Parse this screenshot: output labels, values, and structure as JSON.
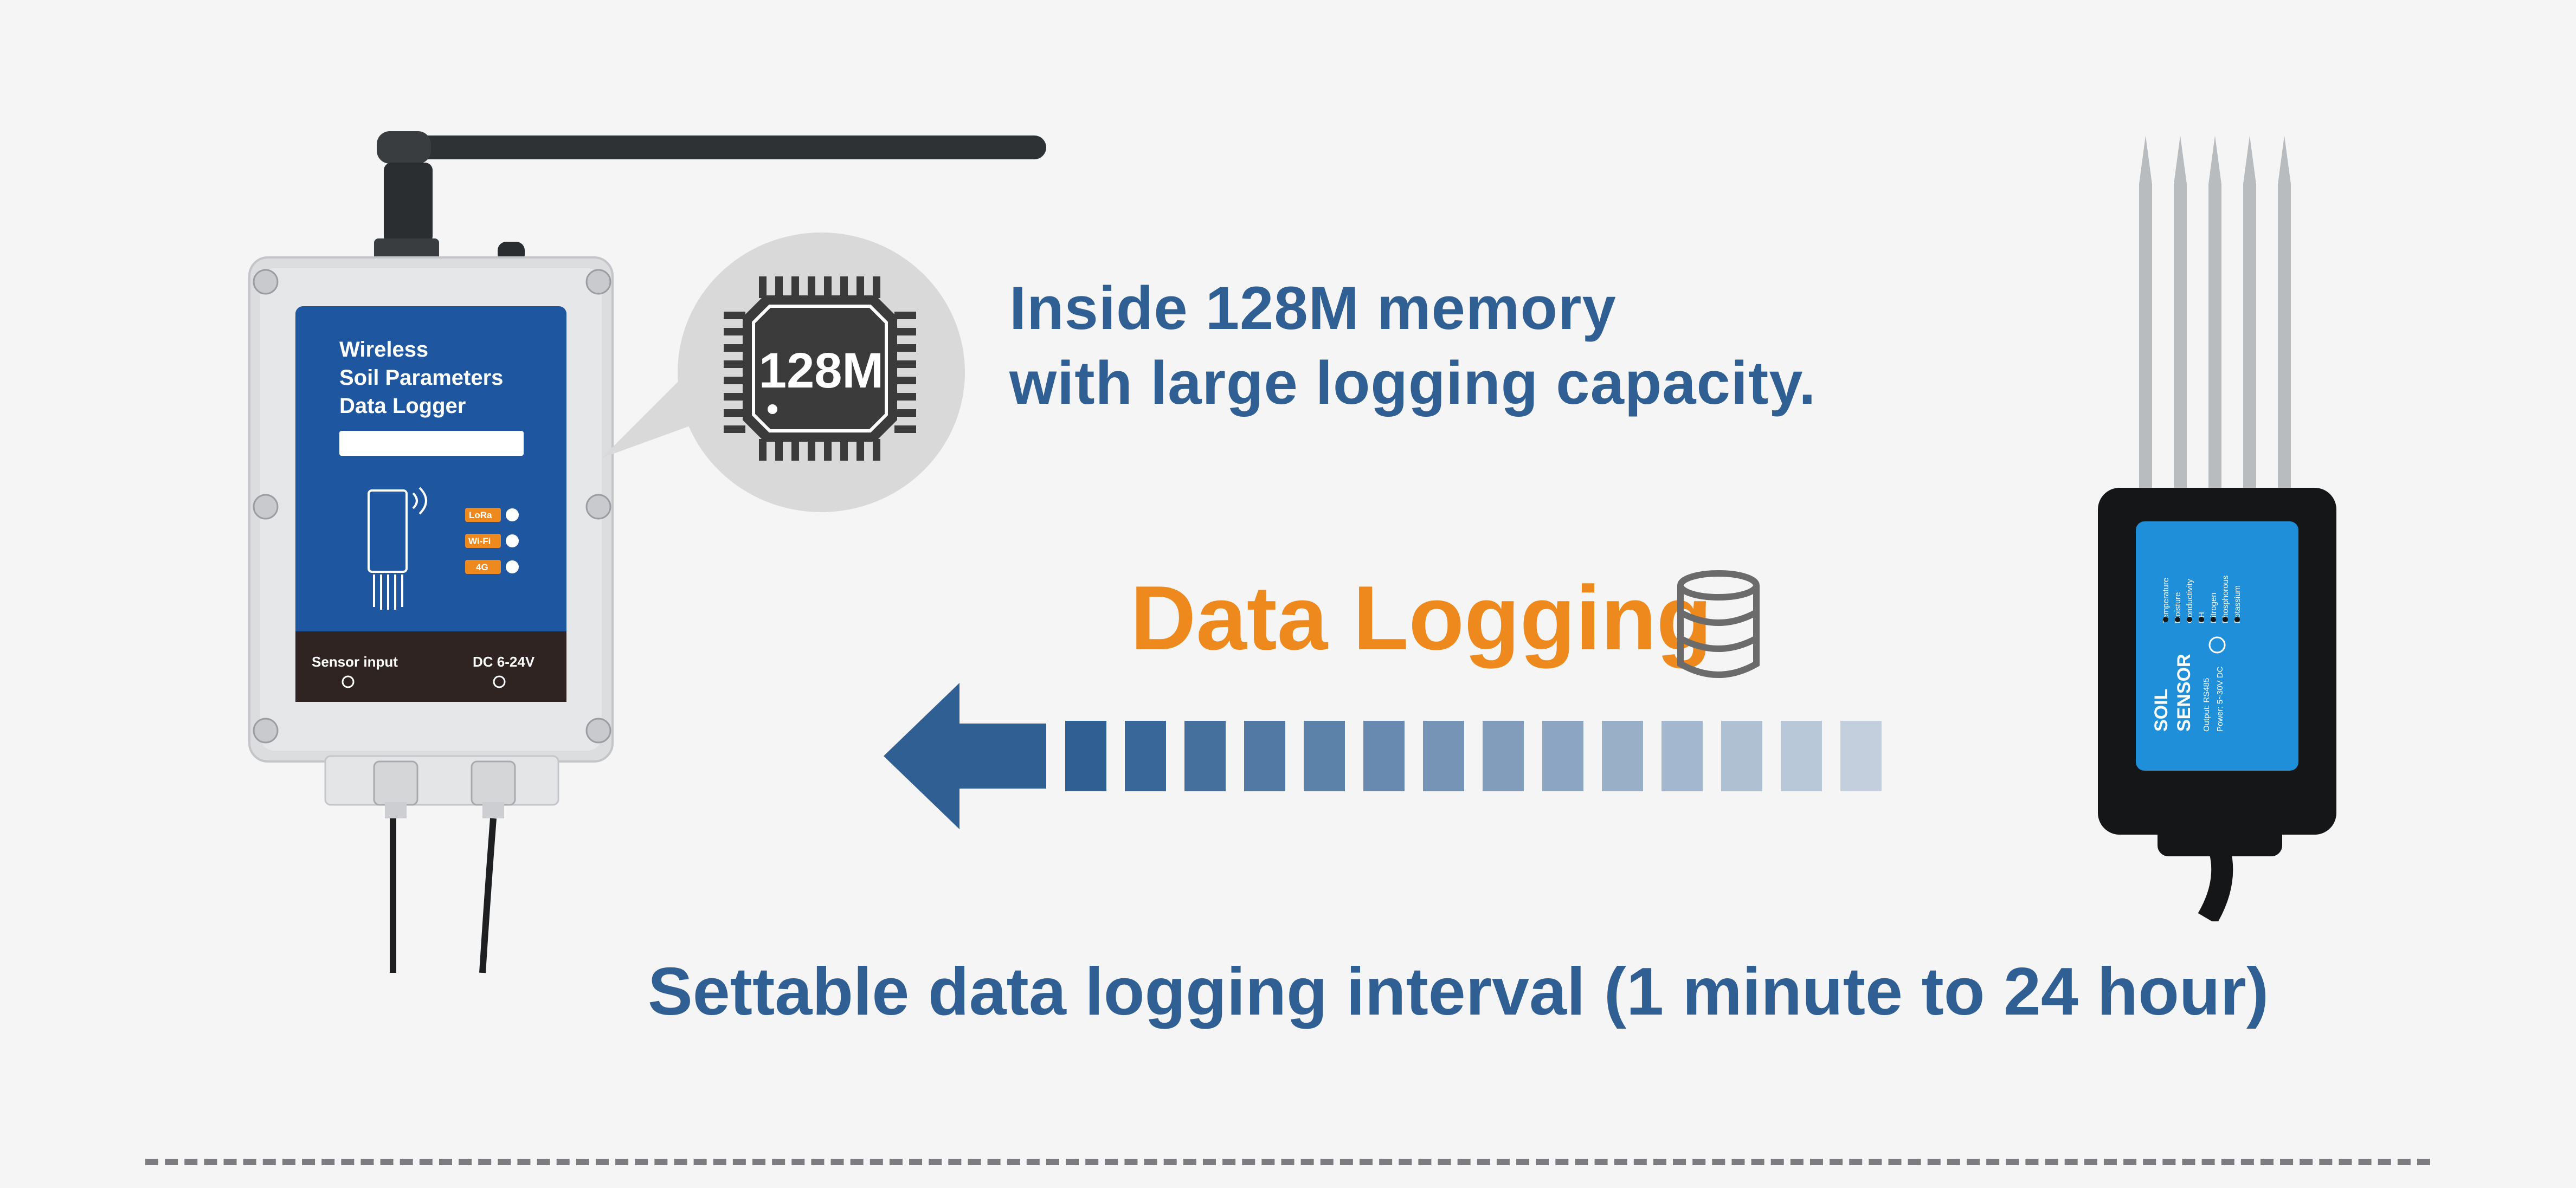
{
  "memory": {
    "line1": "Inside 128M memory",
    "line2": "with large logging capacity.",
    "chip_label": "128M"
  },
  "data_logging": {
    "title": "Data Logging",
    "icon": "database-icon"
  },
  "interval": {
    "text": "Settable data logging interval (1 minute to 24 hour)"
  },
  "logger": {
    "title_line1": "Wireless",
    "title_line2": "Soil Parameters",
    "title_line3": "Data Logger",
    "led_labels": [
      "LoRa",
      "Wi-Fi",
      "4G"
    ],
    "sensor_input_label": "Sensor input",
    "power_label": "DC 6-24V"
  },
  "sensor": {
    "params": [
      "Temperature",
      "Moisture",
      "Conductivity",
      "PH",
      "Nitrogen",
      "Phosphorous",
      "Potassium"
    ],
    "name_line1": "SOIL",
    "name_line2": "SENSOR",
    "output_label": "Output: RS485",
    "power_label": "Power: 5~30V DC"
  },
  "colors": {
    "background": "#f5f5f6",
    "brand_blue": "#2f5f93",
    "accent_orange": "#ee8a1d",
    "device_blue": "#1f56a0",
    "sensor_blue": "#1e8fd8"
  }
}
